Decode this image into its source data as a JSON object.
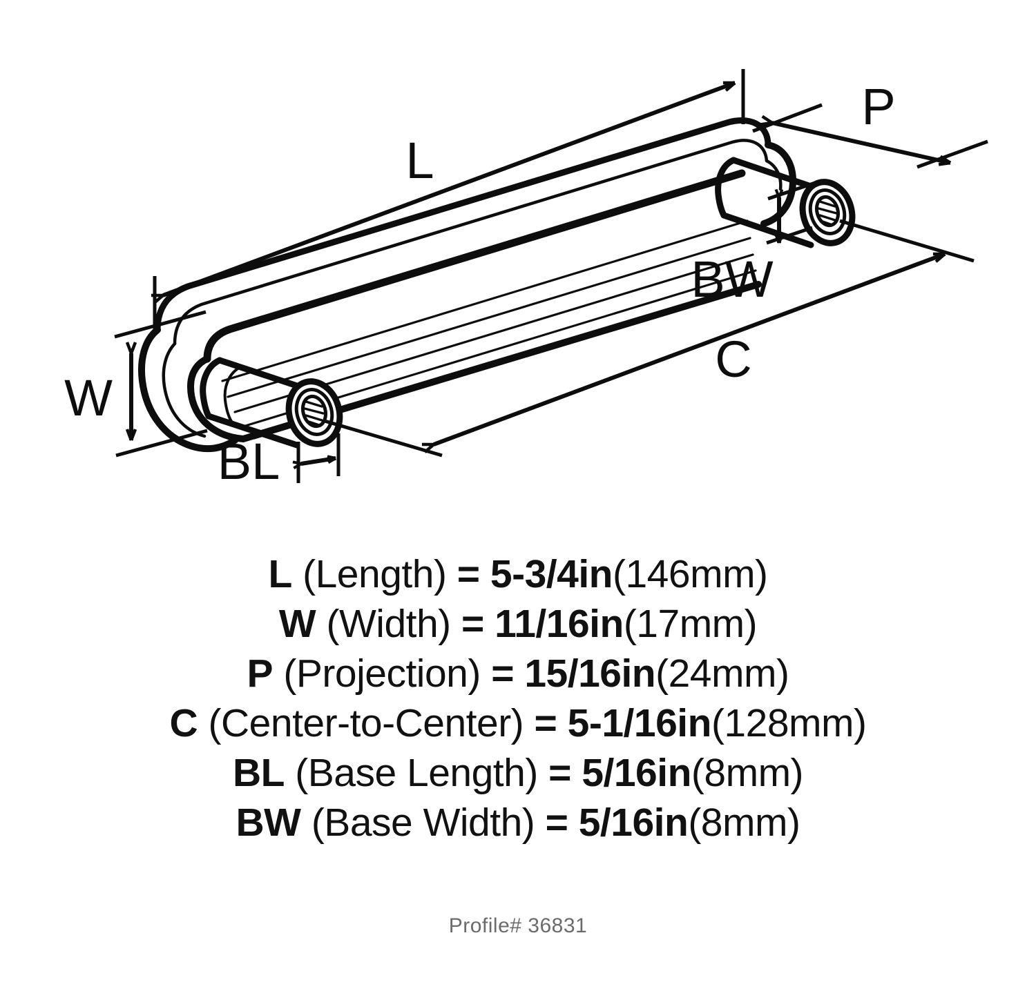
{
  "drawing": {
    "title": "cabinet bar pull dimension diagram",
    "labels": {
      "length": "L",
      "width": "W",
      "projection": "P",
      "center_to_center": "C",
      "base_length": "BL",
      "base_width": "BW"
    }
  },
  "specs": [
    {
      "symbol": "L",
      "name": "(Length)",
      "equals": "=",
      "value_in": "5-3/4in",
      "value_mm": "(146mm)"
    },
    {
      "symbol": "W",
      "name": "(Width)",
      "equals": "=",
      "value_in": "11/16in",
      "value_mm": "(17mm)"
    },
    {
      "symbol": "P",
      "name": "(Projection)",
      "equals": "=",
      "value_in": "15/16in",
      "value_mm": "(24mm)"
    },
    {
      "symbol": "C",
      "name": "(Center-to-Center)",
      "equals": "=",
      "value_in": "5-1/16in",
      "value_mm": "(128mm)"
    },
    {
      "symbol": "BL",
      "name": "(Base Length)",
      "equals": "=",
      "value_in": "5/16in",
      "value_mm": "(8mm)"
    },
    {
      "symbol": "BW",
      "name": "(Base Width)",
      "equals": "=",
      "value_in": "5/16in",
      "value_mm": "(8mm)"
    }
  ],
  "profile": "Profile# 36831",
  "colors": {
    "background": "#ffffff",
    "line": "#0d0d0d",
    "text": "#111111",
    "profile_text": "#6b6b6b"
  }
}
